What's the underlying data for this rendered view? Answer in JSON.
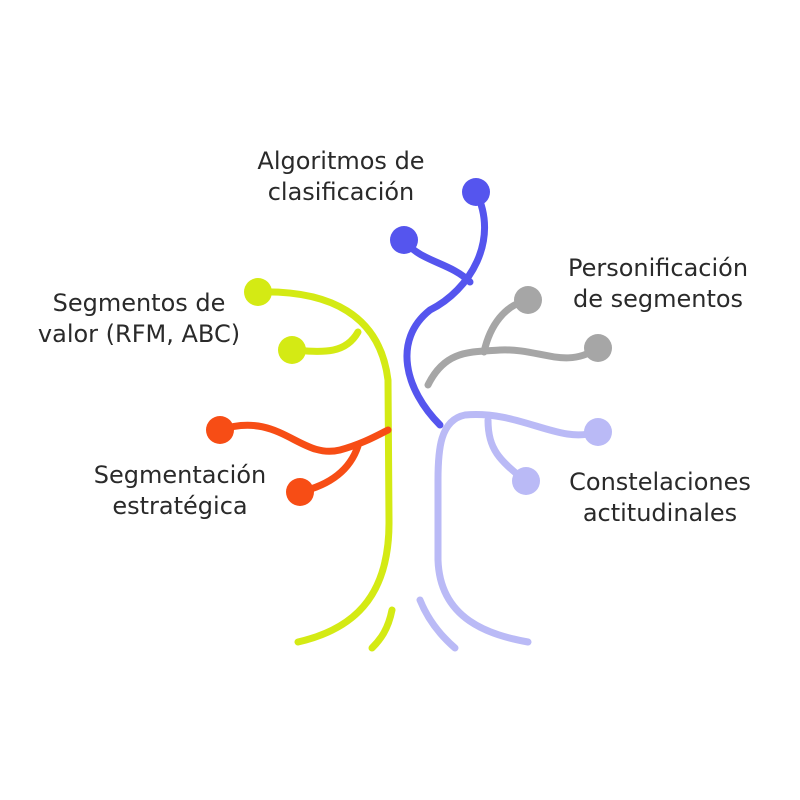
{
  "colors": {
    "lime": "#d4ea14",
    "blue": "#5555ee",
    "gray": "#a6a6a6",
    "lavender": "#babaf6",
    "orange": "#f74d15",
    "text": "#2a2a2a"
  },
  "branches": [
    {
      "id": "algoritmos",
      "color": "blue",
      "lines": [
        "Algoritmos de",
        "clasificación"
      ]
    },
    {
      "id": "segmentos-valor",
      "color": "lime",
      "lines": [
        "Segmentos de",
        "valor (RFM, ABC)"
      ]
    },
    {
      "id": "personificacion",
      "color": "gray",
      "lines": [
        "Personificación",
        "de segmentos"
      ]
    },
    {
      "id": "segmentacion",
      "color": "orange",
      "lines": [
        "Segmentación",
        "estratégica"
      ]
    },
    {
      "id": "constelaciones",
      "color": "lavender",
      "lines": [
        "Constelaciones",
        "actitudinales"
      ]
    }
  ]
}
